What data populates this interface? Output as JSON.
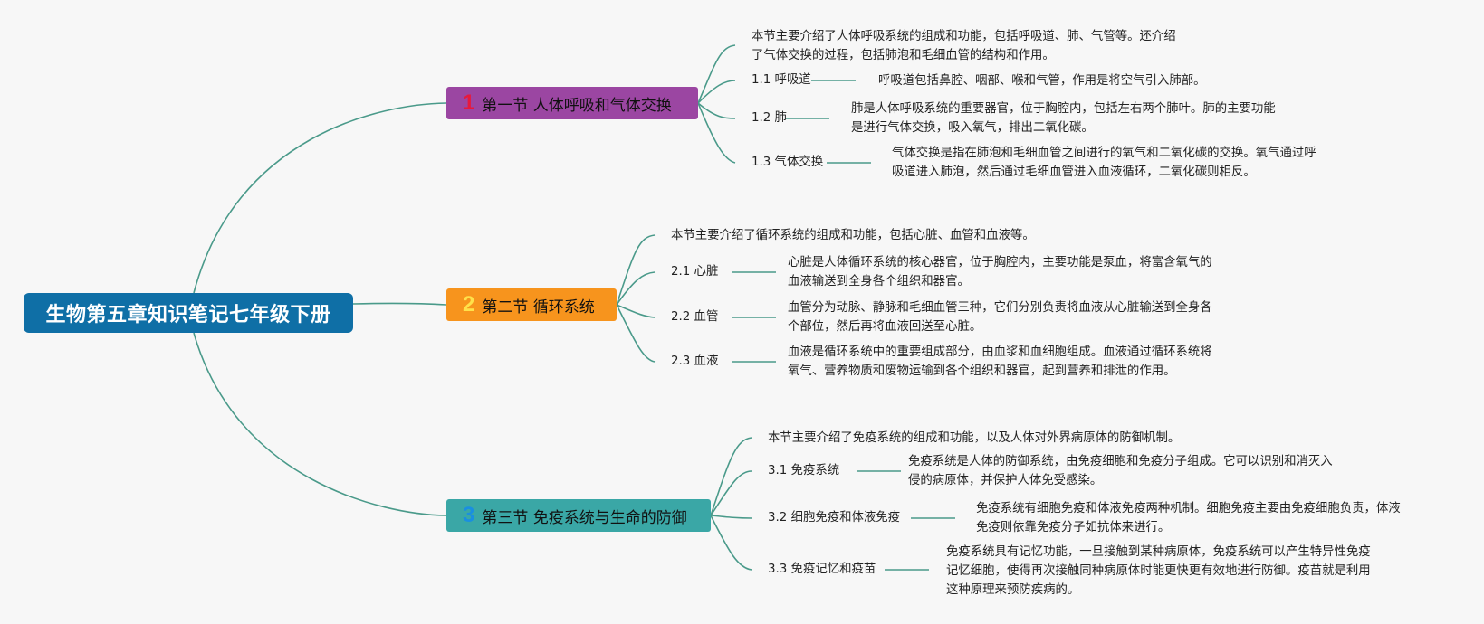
{
  "root": {
    "title": "生物第五章知识笔记七年级下册"
  },
  "sections": [
    {
      "num": "1",
      "title": "第一节 人体呼吸和气体交换",
      "summary": [
        "本节主要介绍了人体呼吸系统的组成和功能，包括呼吸道、肺、气管等。还介绍",
        "了气体交换的过程，包括肺泡和毛细血管的结构和作用。"
      ],
      "items": [
        {
          "label": "1.1 呼吸道",
          "desc": [
            "呼吸道包括鼻腔、咽部、喉和气管，作用是将空气引入肺部。"
          ]
        },
        {
          "label": "1.2 肺",
          "desc": [
            "肺是人体呼吸系统的重要器官，位于胸腔内，包括左右两个肺叶。肺的主要功能",
            "是进行气体交换，吸入氧气，排出二氧化碳。"
          ]
        },
        {
          "label": "1.3 气体交换",
          "desc": [
            "气体交换是指在肺泡和毛细血管之间进行的氧气和二氧化碳的交换。氧气通过呼",
            "吸道进入肺泡，然后通过毛细血管进入血液循环，二氧化碳则相反。"
          ]
        }
      ]
    },
    {
      "num": "2",
      "title": "第二节 循环系统",
      "summary": [
        "本节主要介绍了循环系统的组成和功能，包括心脏、血管和血液等。"
      ],
      "items": [
        {
          "label": "2.1 心脏",
          "desc": [
            "心脏是人体循环系统的核心器官，位于胸腔内，主要功能是泵血，将富含氧气的",
            "血液输送到全身各个组织和器官。"
          ]
        },
        {
          "label": "2.2 血管",
          "desc": [
            "血管分为动脉、静脉和毛细血管三种，它们分别负责将血液从心脏输送到全身各",
            "个部位，然后再将血液回送至心脏。"
          ]
        },
        {
          "label": "2.3 血液",
          "desc": [
            "血液是循环系统中的重要组成部分，由血浆和血细胞组成。血液通过循环系统将",
            "氧气、营养物质和废物运输到各个组织和器官，起到营养和排泄的作用。"
          ]
        }
      ]
    },
    {
      "num": "3",
      "title": "第三节 免疫系统与生命的防御",
      "summary": [
        "本节主要介绍了免疫系统的组成和功能，以及人体对外界病原体的防御机制。"
      ],
      "items": [
        {
          "label": "3.1 免疫系统",
          "desc": [
            "免疫系统是人体的防御系统，由免疫细胞和免疫分子组成。它可以识别和消灭入",
            "侵的病原体，并保护人体免受感染。"
          ]
        },
        {
          "label": "3.2 细胞免疫和体液免疫",
          "desc": [
            "免疫系统有细胞免疫和体液免疫两种机制。细胞免疫主要由免疫细胞负责，体液",
            "免疫则依靠免疫分子如抗体来进行。"
          ]
        },
        {
          "label": "3.3 免疫记忆和疫苗",
          "desc": [
            "免疫系统具有记忆功能，一旦接触到某种病原体，免疫系统可以产生特异性免疫",
            "记忆细胞，使得再次接触同种病原体时能更快更有效地进行防御。疫苗就是利用",
            "这种原理来预防疾病的。"
          ]
        }
      ]
    }
  ],
  "colors": {
    "connector": "#4a9a8a",
    "root": "#0f6fa6",
    "section1": "#9b46a2",
    "section2": "#f7941d",
    "section3": "#3aa7a6"
  }
}
